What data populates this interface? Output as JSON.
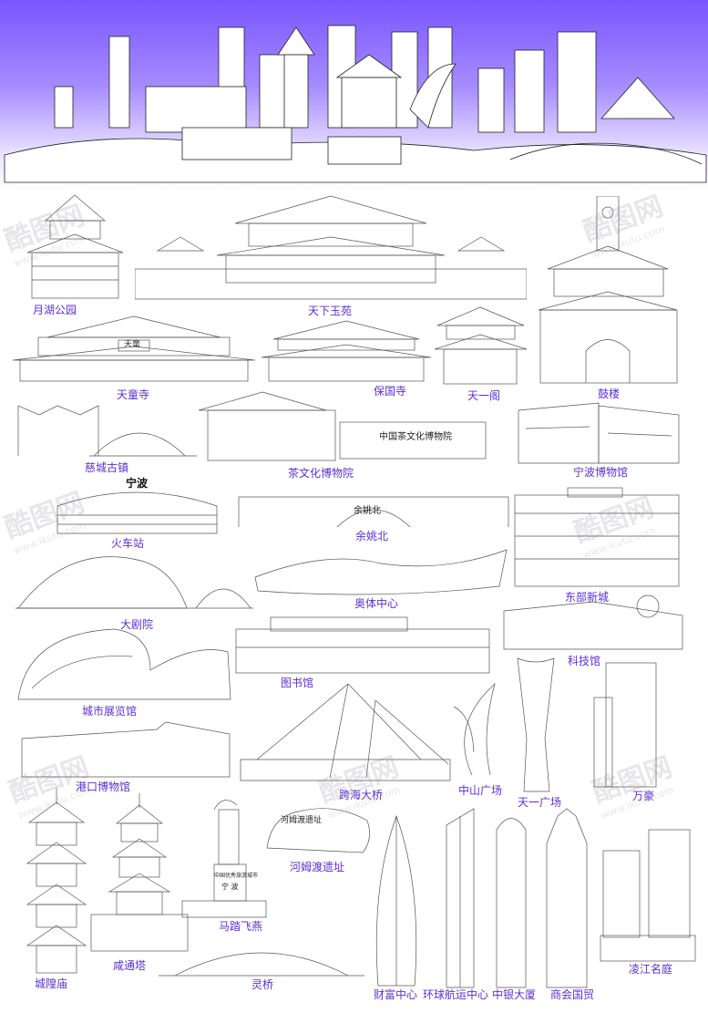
{
  "banner": {
    "top_color": "#7a55ff",
    "bottom_color": "#ffffff"
  },
  "label_color": "#5a2fd6",
  "labels": {
    "yuehu": "月湖公园",
    "tianxia": "天下玉苑",
    "tiantong": "天童寺",
    "baoguo": "保国寺",
    "tianyige": "天一阁",
    "gulou": "鼓楼",
    "cicheng": "慈城古镇",
    "chawenhua": "茶文化博物院",
    "nbmuseum": "宁波博物馆",
    "huochezhan": "火车站",
    "yuyaobei": "余姚北",
    "dongbu": "东部新城",
    "aoti": "奥体中心",
    "dajuyuan": "大剧院",
    "keji": "科技馆",
    "tushuguan": "图书馆",
    "zhanlan": "城市展览馆",
    "gangkou": "港口博物馆",
    "kuahai": "跨海大桥",
    "zhongshan": "中山广场",
    "tianyiguangchang": "天一广场",
    "wanhao": "万豪",
    "hemudu": "河姆渡遗址",
    "matafei": "马踏飞燕",
    "xiantong": "咸通塔",
    "chenghuang": "城隍庙",
    "lingqiao": "灵桥",
    "caifu": "财富中心",
    "huanqiu": "环球航运中心",
    "zhongyin": "中银大厦",
    "shanghui": "商会国贸",
    "lingjiang": "凌江名庭"
  },
  "signs": {
    "tiantong_plaque": "天童",
    "museum_plaque": "中国茶文化博物院",
    "station_sign": "宁波",
    "yuyao_sign": "余姚北",
    "statue_plate_1": "中国优秀旅游城市",
    "statue_plate_2": "宁 波",
    "hemudu_sign": "河姆渡遗址"
  },
  "watermarks": [
    {
      "text": "酷图网",
      "sub": "www.ikutu.com"
    },
    {
      "text": "酷图网",
      "sub": "www.ikutu.com"
    },
    {
      "text": "酷图网",
      "sub": "www.ikutu.com"
    },
    {
      "text": "酷图网",
      "sub": "www.ikutu.com"
    },
    {
      "text": "酷图网",
      "sub": "www.ikutu.com"
    },
    {
      "text": "酷图网",
      "sub": "www.ikutu.com"
    },
    {
      "text": "酷图网",
      "sub": "www.ikutu.com"
    }
  ]
}
